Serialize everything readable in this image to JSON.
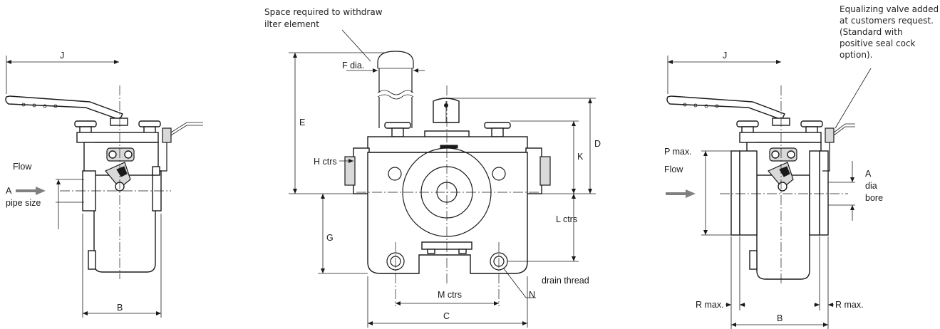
{
  "notes": {
    "withdraw_line1": "Space required to withdraw",
    "withdraw_line2": "ilter element",
    "equalizing_line1": "Equalizing valve added",
    "equalizing_line2": "at customers request.",
    "equalizing_line3": "(Standard with",
    "equalizing_line4": "positive seal cock",
    "equalizing_line5": "option).",
    "drain_thread": "drain thread"
  },
  "left_view": {
    "dim_j": "J",
    "dim_b": "B",
    "flow": "Flow",
    "a_label": "A",
    "pipe_size": "pipe size"
  },
  "center_view": {
    "dim_f": "F dia.",
    "dim_e": "E",
    "dim_d": "D",
    "dim_k": "K",
    "dim_h": "H ctrs",
    "dim_g": "G",
    "dim_l": "L ctrs",
    "dim_m": "M ctrs",
    "dim_c": "C",
    "dim_n": "N"
  },
  "right_view": {
    "dim_j": "J",
    "p_max": "P max.",
    "flow": "Flow",
    "a_label": "A",
    "a_dia": "dia",
    "a_bore": "bore",
    "r_max_left": "R max.",
    "r_max_right": "R max.",
    "dim_b": "B"
  },
  "colors": {
    "line": "#1a1a1a",
    "flow_arrow": "#808080",
    "shading": "#d9d9d9"
  }
}
